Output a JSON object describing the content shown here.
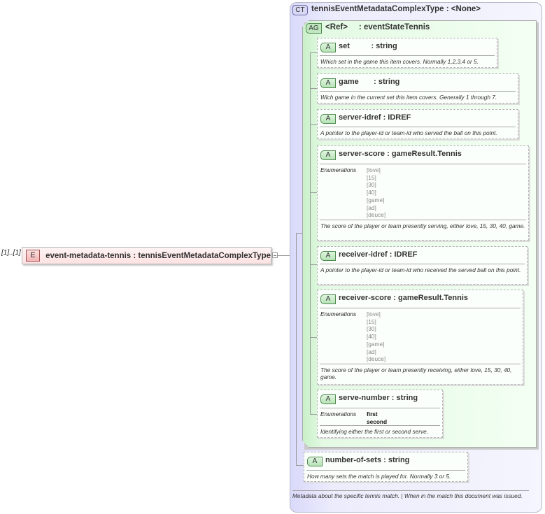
{
  "element": {
    "occurrence": "[1]..[1]",
    "badge": "E",
    "title": "event-metadata-tennis : tennisEventMetadataComplexType"
  },
  "complex_type": {
    "badge": "CT",
    "title": "tennisEventMetadataComplexType : <None>",
    "documentation": "Metadata about the specific tennis match. | When in the match this document was issued."
  },
  "attribute_group": {
    "badge": "AG",
    "title": "<Ref>     : eventStateTennis"
  },
  "attributes": [
    {
      "badge": "A",
      "name": "set          : string",
      "doc": "Which set in the game this item covers. Normally 1,2,3,4 or 5."
    },
    {
      "badge": "A",
      "name": "game       : string",
      "doc": "Wich game in the current set this item covers. Generally 1 through 7."
    },
    {
      "badge": "A",
      "name": "server-idref : IDREF",
      "doc": "A pointer to the player-id or team-id who served the ball on this point."
    },
    {
      "badge": "A",
      "name": "server-score : gameResult.Tennis",
      "enum_label": "Enumerations",
      "enums": [
        "[love]",
        "[15]",
        "[30]",
        "[40]",
        "[game]",
        "[ad]",
        "[deuce]"
      ],
      "doc": "The score of the player or team presently serving, either love, 15, 30, 40, game."
    },
    {
      "badge": "A",
      "name": "receiver-idref : IDREF",
      "doc": "A pointer to the player-id or team-id who received the served ball on this point."
    },
    {
      "badge": "A",
      "name": "receiver-score : gameResult.Tennis",
      "enum_label": "Enumerations",
      "enums": [
        "[love]",
        "[15]",
        "[30]",
        "[40]",
        "[game]",
        "[ad]",
        "[deuce]"
      ],
      "doc": "The score of the player or team presently receiving, either love, 15, 30, 40, game."
    },
    {
      "badge": "A",
      "name": "serve-number : string",
      "enum_label": "Enumerations",
      "enums": [
        "first",
        "second"
      ],
      "doc": "Identifying either the first or second serve."
    }
  ],
  "outer_attribute": {
    "badge": "A",
    "name": "number-of-sets : string",
    "doc": "How many sets the match is played for. Normally 3 or 5."
  }
}
